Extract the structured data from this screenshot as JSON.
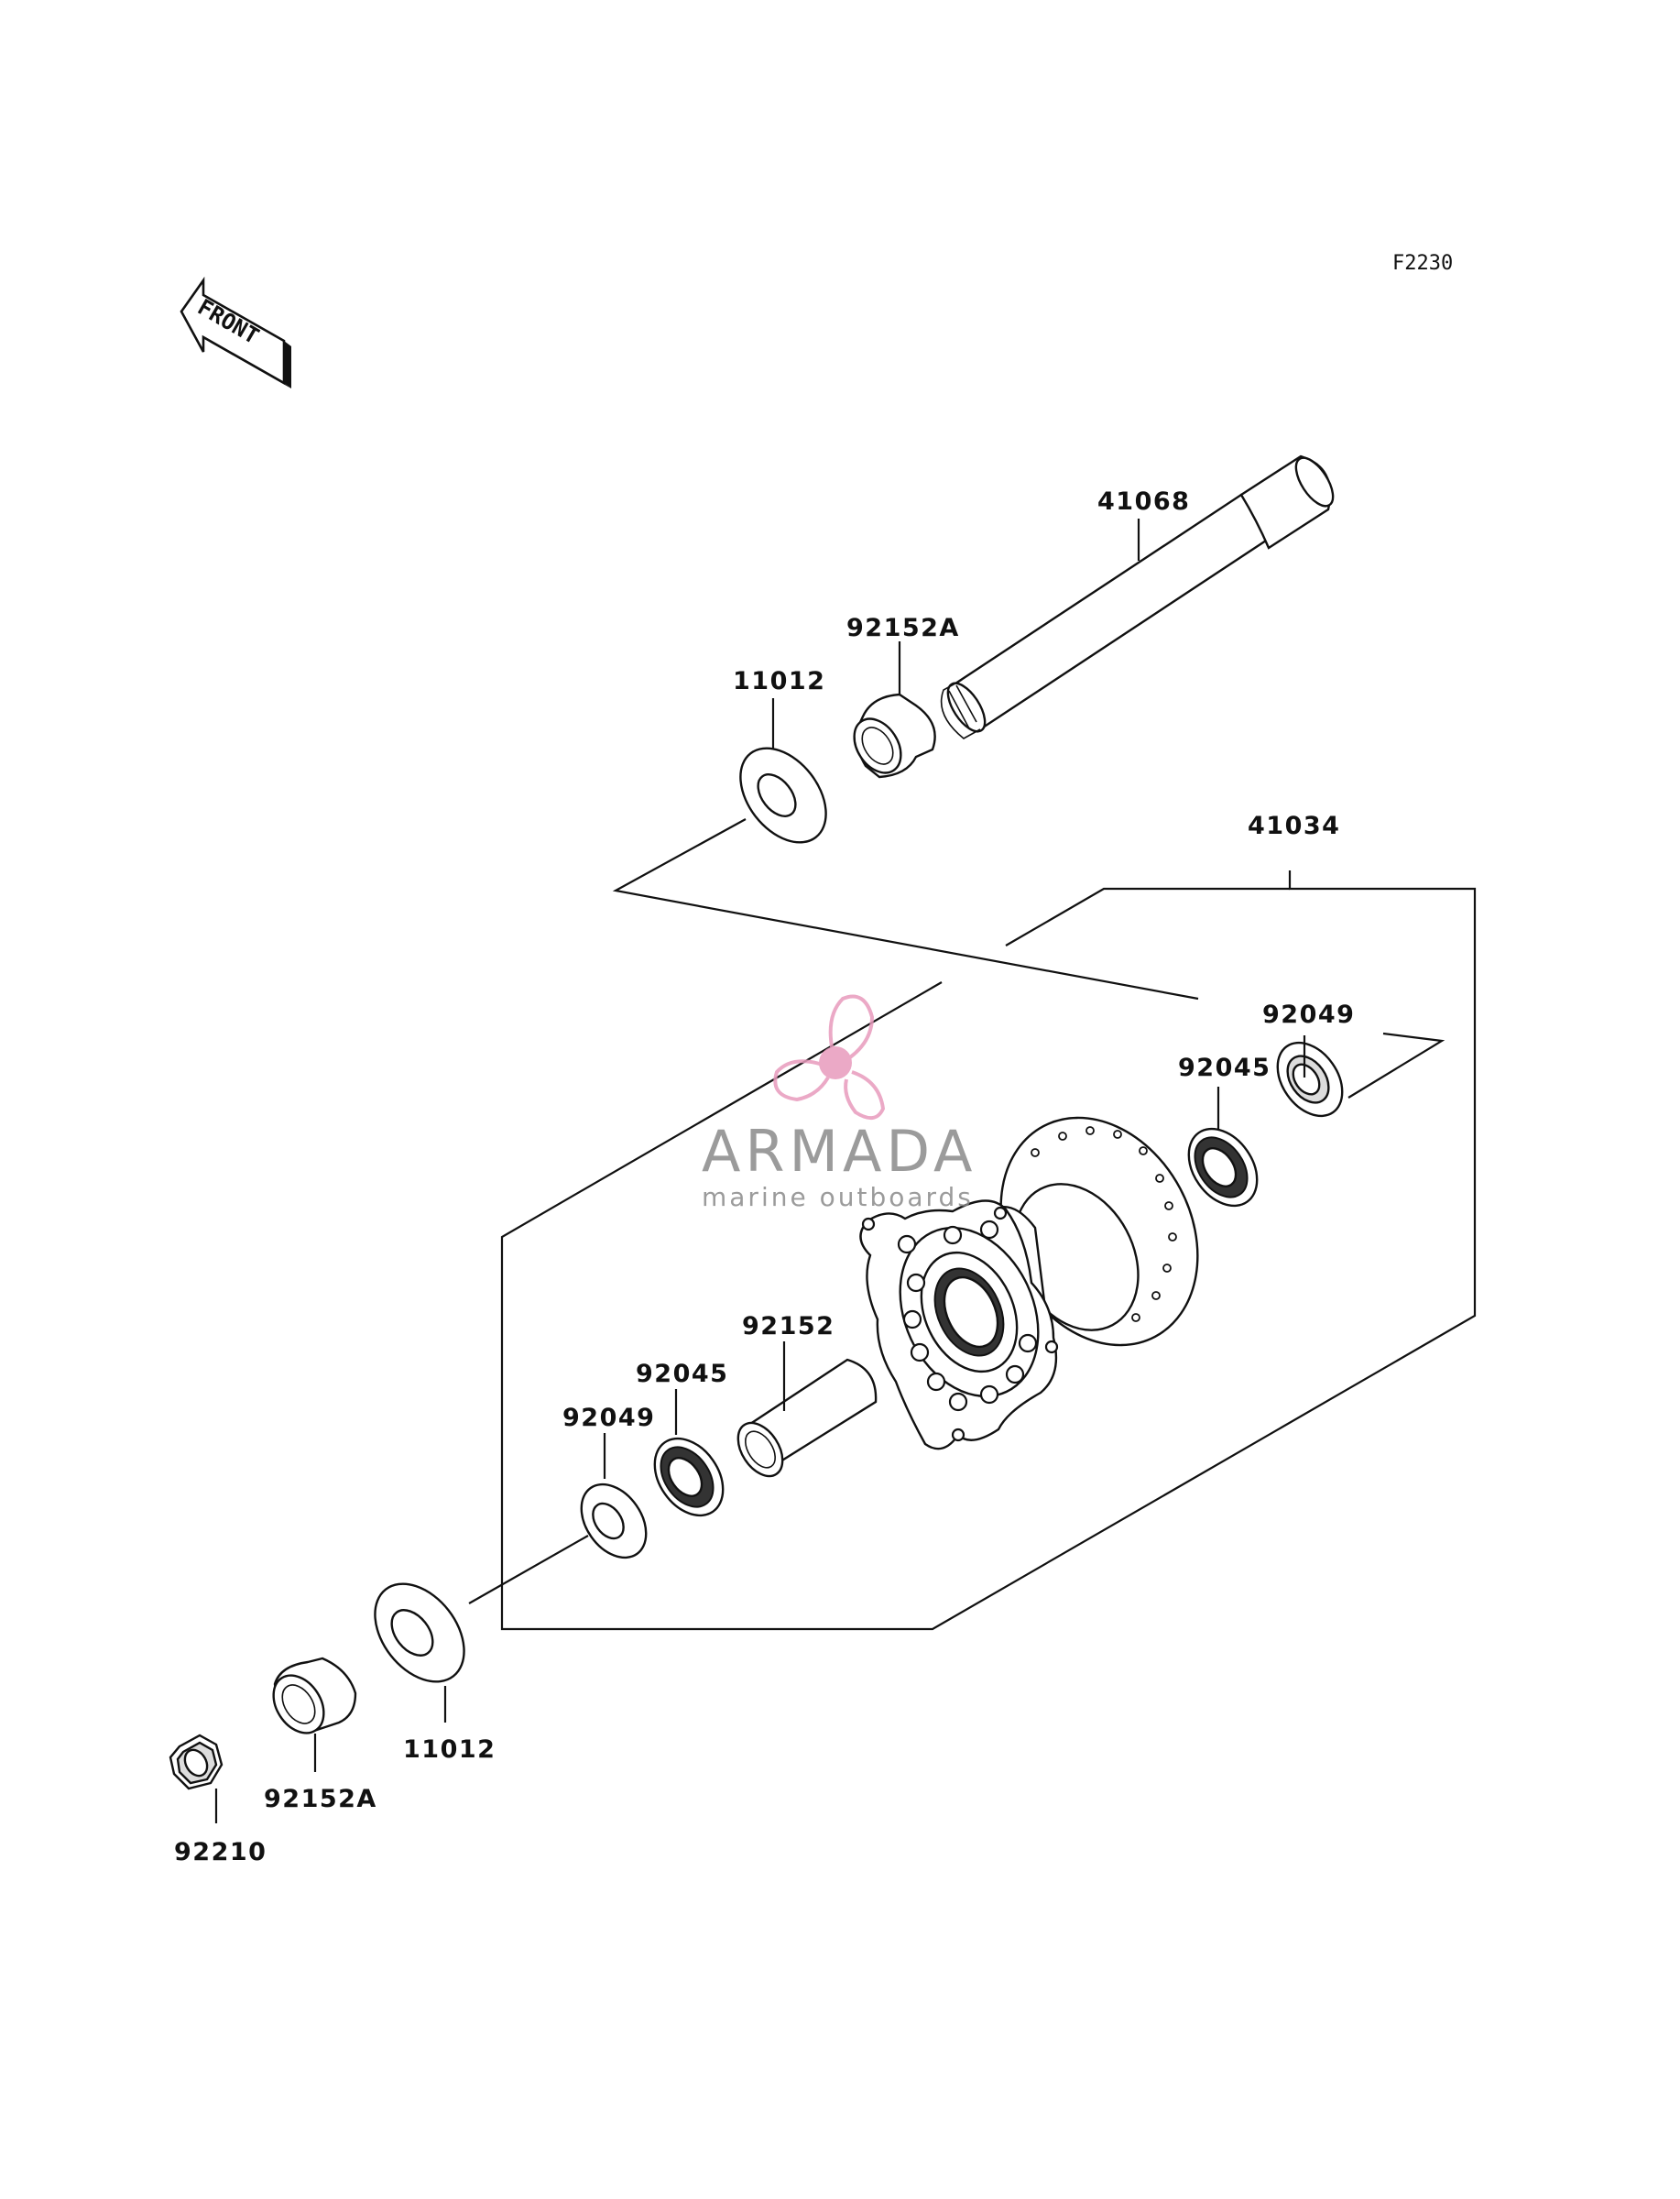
{
  "diagram_code": "F2230",
  "front_label": "FRONT",
  "parts": {
    "axle": "41068",
    "collar_top": "92152A",
    "seal_top": "11012",
    "hub_assembly": "41034",
    "oil_seal_right": "92049",
    "bearing_right": "92045",
    "spacer": "92152",
    "bearing_left": "92045",
    "oil_seal_left": "92049",
    "seal_bottom": "11012",
    "collar_bottom": "92152A",
    "nut": "92210"
  },
  "watermark": {
    "title": "ARMADA",
    "subtitle": "marine outboards",
    "color_accent": "#e89bbd",
    "color_text": "#8a8a8a"
  }
}
